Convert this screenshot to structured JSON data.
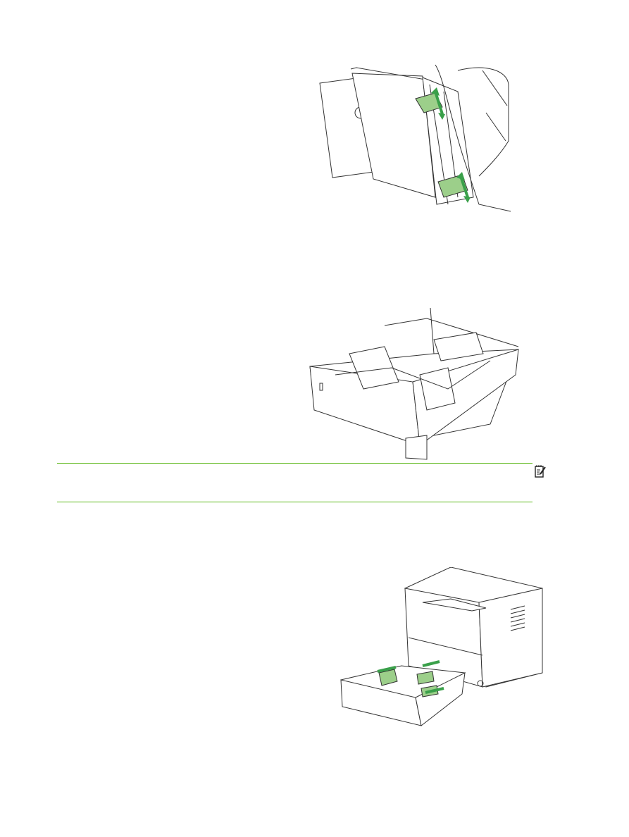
{
  "colors": {
    "accent_rule": "#5bb718",
    "guide_highlight": "#9ccf8a",
    "arrow": "#3aa04a"
  },
  "figures": [
    {
      "icon": "priority-feed-tray-guides-illustration"
    },
    {
      "icon": "paper-cassette-illustration"
    },
    {
      "icon": "printer-cassette-guides-illustration"
    }
  ],
  "note": {
    "icon": "note-icon"
  }
}
